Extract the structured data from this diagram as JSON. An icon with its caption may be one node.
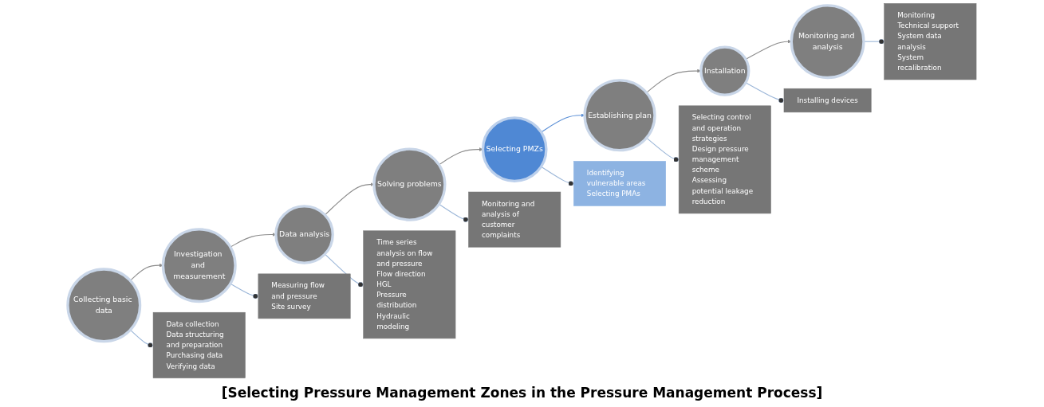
{
  "diagram": {
    "caption": "[Selecting Pressure Management Zones in the Pressure Management Process]",
    "nodes": [
      {
        "text": [
          "Collecting basic data"
        ]
      },
      {
        "text": [
          "Investigation and measurement"
        ]
      },
      {
        "text": [
          "Data analysis"
        ]
      },
      {
        "text": [
          "Solving problems"
        ]
      },
      {
        "text": [
          "Selecting PMZs"
        ]
      },
      {
        "text": [
          "Establishing plan"
        ]
      },
      {
        "text": [
          "Installation"
        ]
      },
      {
        "text": [
          "Monitoring and analysis"
        ]
      },
      {
        "text": [
          "Data collection",
          "Data structuring and preparation",
          "Purchasing data",
          "Verifying data"
        ]
      },
      {
        "text": [
          "Measuring flow and pressure",
          "Site survey"
        ]
      },
      {
        "text": [
          "Time series analysis on flow and pressure",
          "Flow direction",
          "HGL",
          "Pressure distribution",
          "Hydraulic modeling"
        ]
      },
      {
        "text": [
          "Monitoring and analysis of customer complaints"
        ]
      },
      {
        "text": [
          "Identifying vulnerable areas",
          "Selecting PMAs"
        ]
      },
      {
        "text": [
          "Selecting control and operation strategies",
          "Design pressure management scheme",
          "Assessing potential leakage reduction"
        ]
      },
      {
        "text": [
          "Installing devices"
        ]
      },
      {
        "text": [
          "Monitoring",
          "Technical support",
          "System data analysis",
          "System recalibration"
        ]
      }
    ],
    "edges": [
      {
        "from": 0,
        "to": 1,
        "arrow": "to"
      },
      {
        "from": 1,
        "to": 2,
        "arrow": "to"
      },
      {
        "from": 2,
        "to": 3,
        "arrow": "to"
      },
      {
        "from": 3,
        "to": 4,
        "arrow": "to"
      },
      {
        "from": 4,
        "to": 5,
        "arrow": "to",
        "color": "#5b8fd6"
      },
      {
        "from": 5,
        "to": 6,
        "arrow": "to"
      },
      {
        "from": 6,
        "to": 7,
        "arrow": "to"
      },
      {
        "from": 0,
        "to": 8,
        "arrow": "other"
      },
      {
        "from": 1,
        "to": 9,
        "arrow": "other"
      },
      {
        "from": 2,
        "to": 10,
        "arrow": "other"
      },
      {
        "from": 3,
        "to": 11,
        "arrow": "other"
      },
      {
        "from": 4,
        "to": 12,
        "arrow": "other"
      },
      {
        "from": 5,
        "to": 13,
        "arrow": "other"
      },
      {
        "from": 6,
        "to": 14,
        "arrow": "other"
      },
      {
        "from": 7,
        "to": 15,
        "arrow": "other"
      }
    ]
  }
}
